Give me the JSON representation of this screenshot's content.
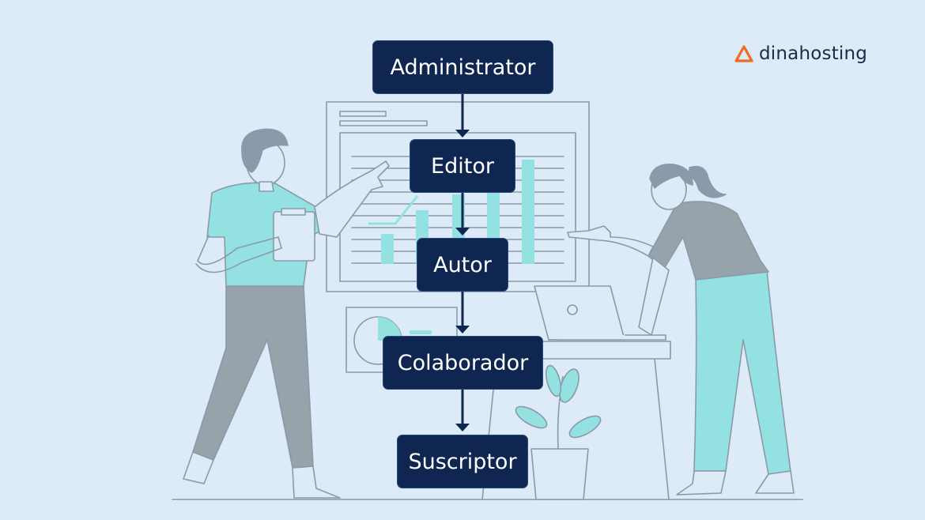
{
  "brand": {
    "name": "dinahosting",
    "accent": "#f26a21"
  },
  "roles": [
    {
      "label": "Administrator"
    },
    {
      "label": "Editor"
    },
    {
      "label": "Autor"
    },
    {
      "label": "Colaborador"
    },
    {
      "label": "Suscriptor"
    }
  ],
  "colors": {
    "background": "#dcebf7",
    "box_fill": "#0e2650",
    "arrow": "#0e2650",
    "line_art": "#8a9aaa",
    "mint": "#94e1e1",
    "gray_fill": "#97a3ab"
  }
}
